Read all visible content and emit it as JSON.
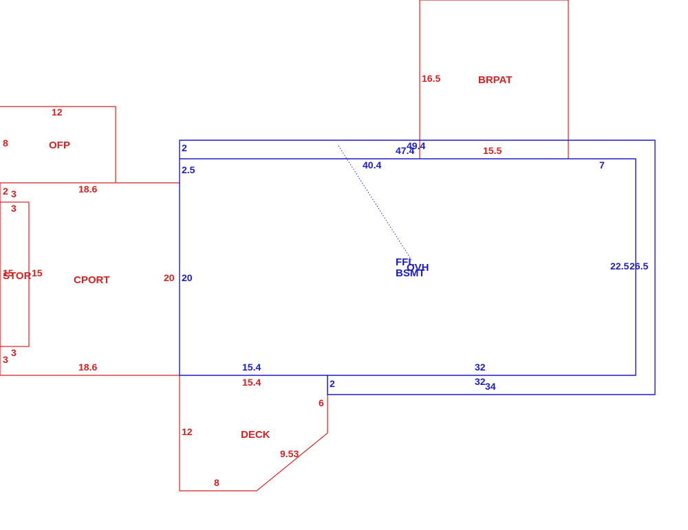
{
  "colors": {
    "addition": "#d42020",
    "main": "#1c1cc4"
  },
  "areas": {
    "brpat": "BRPAT",
    "ofp": "OFP",
    "stor": "STOR",
    "cport": "CPORT",
    "deck": "DECK",
    "ffl": "FFL",
    "ovh": "OVH",
    "bsmt": "BSMT"
  },
  "dimensions": {
    "brpat_side": "16.5",
    "brpat_bottom": "15.5",
    "ofp_top": "12",
    "ofp_side": "8",
    "cport_top": "18.6",
    "cport_bottom": "18.6",
    "cport_right": "20",
    "stor_top_left": "2",
    "stor_top_right": "3",
    "stor_top_inner": "3",
    "stor_left": "15",
    "stor_right": "15",
    "stor_bottom_inner": "3",
    "stor_bottom_left": "3",
    "deck_top": "15.4",
    "deck_right": "6",
    "deck_left": "12",
    "deck_diag": "9.53",
    "deck_bottom": "8",
    "ovh_left_top": "2",
    "ovh_top": "49.4",
    "ovh_bottom_right": "34",
    "ovh_right": "26.5",
    "ovh_step": "2",
    "main_top_a": "47.4",
    "main_top_b": "40.4",
    "main_top_step": "7",
    "main_left_top": "2.5",
    "main_left": "20",
    "main_right": "22.5",
    "main_bottom_left": "15.4",
    "main_bottom_right": "32",
    "main_bottom_right_b": "32"
  }
}
